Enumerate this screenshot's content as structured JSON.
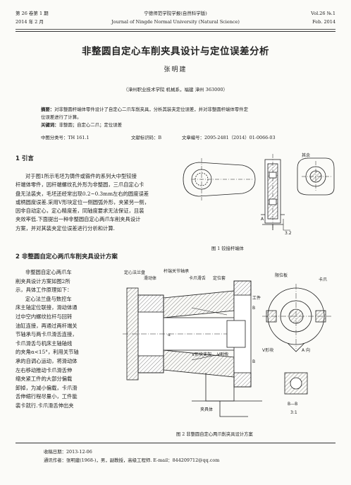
{
  "header": {
    "volume": "第 26 卷第 1 期",
    "date_cn": "2014 年 2 月",
    "journal_cn": "宁德师范学院学报(自然科学版)",
    "journal_en": "Journal of Ningde Normal University (Natural Science)",
    "vol_en": "Vol.26 №.1",
    "date_en": "Feb. 2014"
  },
  "title": "非整圆自定心车削夹具设计与定位误差分析",
  "author": "张明建",
  "affiliation": "（漳州职业技术学院 机械系，福建 漳州 363000）",
  "abstract": {
    "label": "摘要：",
    "line1": "对非整圆杆端体零件设计了自定心二爪车削夹具，分析其装夹定位误差，并对非整圆杆端体零件定",
    "line2": "位误差进行了计算。",
    "keywords_label": "关键词：",
    "keywords": "非整圆；自定心二爪；定位误差"
  },
  "meta": {
    "clc": "中图分类号：TH 161.1",
    "doc": "文献标识码：B",
    "article": "文章编号：2095-2481（2014）01-0066-03"
  },
  "section1": {
    "title": "1  引言"
  },
  "para1": [
    "对于图1所示毛坯为铸件或锻件的系列大中型铰接",
    "杆端体零件，因杆端螺纹孔外形为非整圆，三爪自定心卡",
    "盘无法装夹，毛坯还经常出现0.2~0.3mm左右的圆度误差",
    "或柄圆度误差.采用V形块定位一侧圆弧外形，夹紧另一侧，",
    "因非自动定心，定心精度差，同轴度要求无法保证，且装",
    "夹效率低.下面提出一种非整圆自定心两爪车削夹具设计",
    "方案，并对其装夹定位误差进行分析和计算."
  ],
  "fig1": {
    "caption": "图 1 铰接杆端体",
    "label_other": "其余",
    "label_A": "A",
    "label_dim": "3.2"
  },
  "section2": {
    "title": "2  非整圆自定心两爪车削夹具设计方案"
  },
  "para2": [
    "非整圆自定心两爪车",
    "削夹具设计方案如图2所",
    "示，具体工作原理如下：",
    "定心法兰盘与数控车",
    "床主轴定位联接，滑动体通",
    "过中空内螺纹拉杆与回转",
    "油缸连接，再通过两杆端关",
    "节轴承与两卡爪滑舌连接，",
    "卡爪滑舌与机床主轴轴线",
    "的夹角α<15°，利用关节轴",
    "承的自调心运动，将滑动体",
    "左右移动推动卡爪滑舌伸",
    "缩夹紧工件的大部分偏载",
    "卸掉，为减小偏载，卡爪滑",
    "舌伸缩行程尽量小，工件能",
    "装卡就行.卡爪滑舌伸出夹"
  ],
  "fig2": {
    "caption": "图 2 非整圆自定心两爪削夹具设计方案",
    "l_flange": "定心法兰盘",
    "l_slide": "滑动体",
    "l_bearing": "杆端关节轴承",
    "l_jaw_tongue": "卡爪滑舌",
    "l_locator": "定位套",
    "l_limit": "限位板",
    "l_jaw": "卡爪",
    "l_work": "工件",
    "l_vblock": "V形块",
    "l_vsupport": "V形块支架",
    "l_body": "夹具体",
    "l_B": "B",
    "l_alpha": "α",
    "l_Adir": "A 向",
    "l_section": "B—B",
    "l_scale": "3:1"
  },
  "footnote": {
    "received": "收稿日期：2013-12-06",
    "author_info": "通讯作者：张明建(1968-)，男，副教授，高级工程师.  E-mail：844209712@qq.com"
  }
}
